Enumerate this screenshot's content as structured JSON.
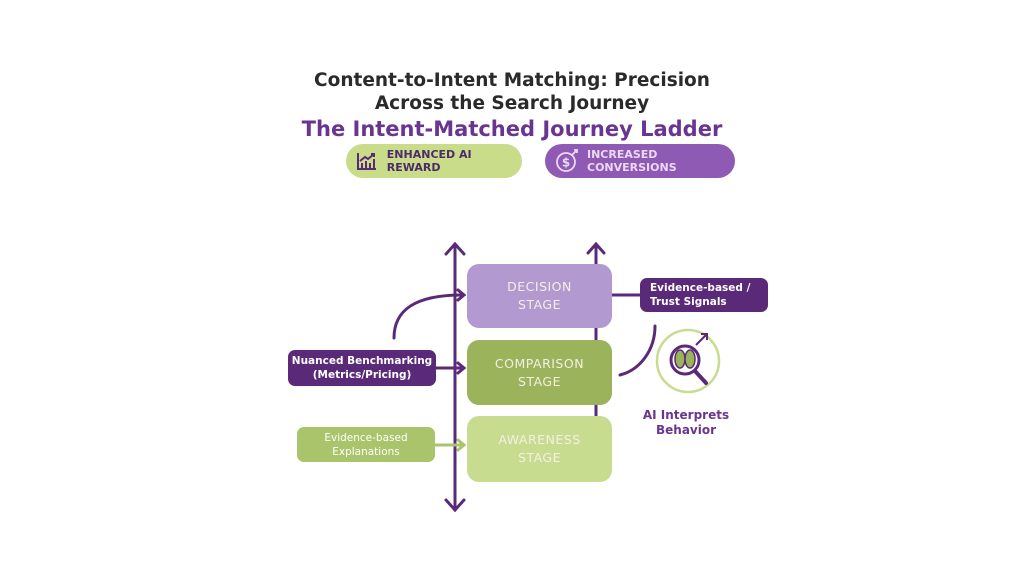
{
  "header": {
    "title_line1": "Content-to-Intent Matching: Precision",
    "title_line2": "Across the Search Journey",
    "subtitle": "The Intent-Matched Journey Ladder"
  },
  "badges": [
    {
      "label": "ENHANCED AI REWARD",
      "icon": "growth-chart-icon",
      "color": "#c9dc8a"
    },
    {
      "label": "INCREASED CONVERSIONS",
      "icon": "dollar-growth-icon",
      "color": "#8e5ab3"
    }
  ],
  "stages": [
    {
      "line1": "DECISION",
      "line2": "STAGE",
      "color": "#b29ad0"
    },
    {
      "line1": "COMPARISON",
      "line2": "STAGE",
      "color": "#9bb35a"
    },
    {
      "line1": "AWARENESS",
      "line2": "STAGE",
      "color": "#c8dc8f"
    }
  ],
  "labels": {
    "nuanced": {
      "line1": "Nuanced Benchmarking",
      "line2": "(Metrics/Pricing)"
    },
    "explanations": {
      "line1": "Evidence-based",
      "line2": "Explanations"
    },
    "trust": {
      "line1": "Evidence-based /",
      "line2": "Trust Signals"
    }
  },
  "ai": {
    "line1": "AI Interprets",
    "line2": "Behavior",
    "icon": "brain-magnifier-icon"
  },
  "colors": {
    "purple_dark": "#5a2a78",
    "purple_accent": "#6a3590",
    "green": "#9bb35a",
    "green_light": "#c8dc8f",
    "lavender": "#b29ad0"
  }
}
